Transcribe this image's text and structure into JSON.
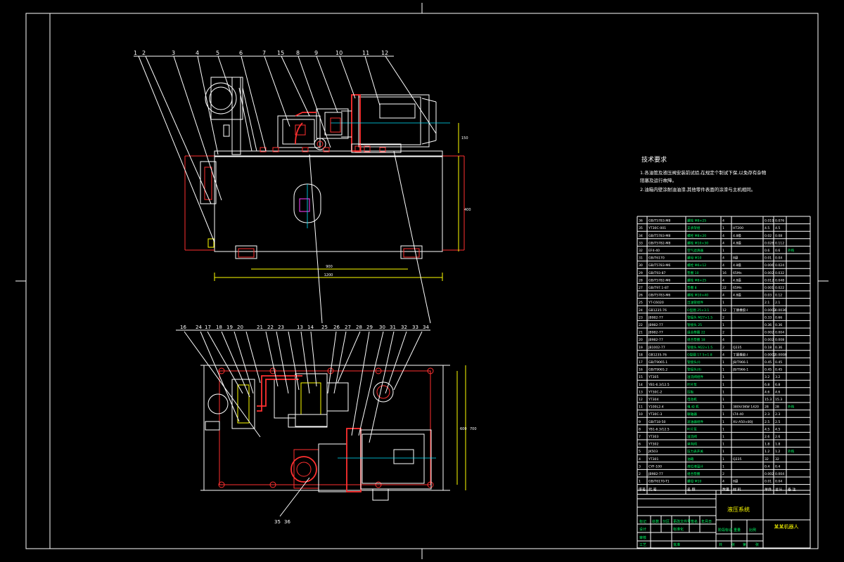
{
  "tech_requirements": {
    "title": "技术要求",
    "items": [
      "1.各油管及液压阀安装前试验,在规定个制试下保,以免存有杂物",
      "  阻塞及运行故障。",
      "2.油箱内壁涂耐油油漆,其他零件表面的涂漆与主机相同。"
    ]
  },
  "balloons_top": [
    "1",
    "2",
    "3",
    "4",
    "5",
    "6",
    "7",
    "15",
    "8",
    "9",
    "10",
    "11",
    "12"
  ],
  "balloons_bottom": [
    "16",
    "24",
    "17",
    "18",
    "19",
    "20",
    "21",
    "22",
    "23",
    "13",
    "14",
    "25",
    "26",
    "27",
    "28",
    "29",
    "30",
    "31",
    "32",
    "33",
    "34"
  ],
  "balloons_lower": [
    "35",
    "36"
  ],
  "dims": {
    "top_height": "400",
    "top_inner_width": "900",
    "top_overall_width": "1200",
    "top_small": "150",
    "bottom_inner": "600",
    "bottom_outer": "700"
  },
  "bom_rows": [
    [
      "36",
      "GB/T5783-M8",
      "螺栓 M8×25",
      "4",
      "",
      "0.019",
      "0.076",
      ""
    ],
    [
      "35",
      "YT30C-001",
      "支承架组",
      "1",
      "HT200",
      "4.5",
      "4.5",
      ""
    ],
    [
      "34",
      "GB/T5783-M8",
      "螺栓 M8×20",
      "4",
      "4.8级",
      "0.02",
      "0.08",
      ""
    ],
    [
      "33",
      "GB/T5782-M8",
      "螺栓 M10×30",
      "4",
      "4.8级",
      "0.028",
      "0.112",
      ""
    ],
    [
      "32",
      "EF4-40",
      "空气滤清器",
      "1",
      "",
      "0.6",
      "0.6",
      "外购"
    ],
    [
      "31",
      "GB/T6170",
      "螺母 M10",
      "4",
      "8级",
      "0.01",
      "0.04",
      ""
    ],
    [
      "30",
      "GB/T5783-M6",
      "螺栓 M6×12",
      "4",
      "4.8级",
      "0.006",
      "0.024",
      ""
    ],
    [
      "29",
      "GB/T93-87",
      "垫圈 10",
      "16",
      "65Mn",
      "0.002",
      "0.032",
      ""
    ],
    [
      "28",
      "GB/T5782-M6",
      "螺栓 M8×25",
      "4",
      "4.8级",
      "0.012",
      "0.048",
      ""
    ],
    [
      "27",
      "GB/T97.1-87",
      "垫圈 8",
      "22",
      "65Mn",
      "0.001",
      "0.022",
      ""
    ],
    [
      "26",
      "GB/T5783-M6",
      "螺栓 M10×40",
      "4",
      "4.8级",
      "0.03",
      "0.12",
      ""
    ],
    [
      "25",
      "YT-C6020",
      "出油管组件",
      "1",
      "",
      "2.1",
      "2.1",
      ""
    ],
    [
      "24",
      "GB1235-76",
      "O型圈 25×3.1",
      "12",
      "丁腈橡胶-I",
      "0.0003",
      "0.0036",
      ""
    ],
    [
      "23",
      "JB982-77",
      "管接头 M27×1.5",
      "2",
      "",
      "0.33",
      "0.66",
      ""
    ],
    [
      "22",
      "JB982-77",
      "管接头 25",
      "1",
      "",
      "0.36",
      "0.36",
      ""
    ],
    [
      "21",
      "JB982-77",
      "组合垫圈 22",
      "2",
      "",
      "0.002",
      "0.004",
      ""
    ],
    [
      "20",
      "JB982-77",
      "组合垫圈 18",
      "4",
      "",
      "0.002",
      "0.008",
      ""
    ],
    [
      "19",
      "JB1002-77",
      "管接头 M22×1.5",
      "2",
      "Q235",
      "0.18",
      "0.36",
      ""
    ],
    [
      "18",
      "GB1235-76",
      "O型圈 17.5×1.8",
      "4",
      "丁腈橡胶-I",
      "0.0002",
      "0.0008",
      ""
    ],
    [
      "17",
      "GB/T9065.1",
      "管接头(I)",
      "1",
      "JB/T966-1",
      "0.45",
      "0.45",
      ""
    ],
    [
      "16",
      "GB/T9065.2",
      "管接头(II)",
      "1",
      "JB/T966-1",
      "0.45",
      "0.45",
      ""
    ],
    [
      "15",
      "YT305",
      "溢流阀组件",
      "1",
      "",
      "3.2",
      "3.2",
      ""
    ],
    [
      "14",
      "YB1-6.3/12.5",
      "叶片泵",
      "1",
      "",
      "6.8",
      "6.8",
      ""
    ],
    [
      "13",
      "YT30C-2",
      "压板",
      "1",
      "",
      "4.6",
      "4.6",
      ""
    ],
    [
      "12",
      "YT304",
      "电动机",
      "1",
      "",
      "15.3",
      "15.3",
      ""
    ],
    [
      "11",
      "Y100L2-4",
      "电 动 机",
      "1",
      "380V/3KW 1420",
      "28",
      "28",
      "外购"
    ],
    [
      "10",
      "YT30C-3",
      "联轴器",
      "1",
      "LT4-40",
      "2.3",
      "2.3",
      ""
    ],
    [
      "9",
      "GB/T18-50",
      "滤油器组件",
      "1",
      "XU-A50×80J",
      "2.5",
      "2.5",
      ""
    ],
    [
      "8",
      "YB1-6.3/12.5",
      "叶片泵",
      "1",
      "",
      "4.5",
      "4.5",
      ""
    ],
    [
      "7",
      "YT303",
      "溢流阀",
      "1",
      "",
      "2.6",
      "2.6",
      ""
    ],
    [
      "6",
      "YT302",
      "单向阀",
      "1",
      "",
      "1.8",
      "1.8",
      ""
    ],
    [
      "5",
      "JK503",
      "压力表开关",
      "1",
      "",
      "1.2",
      "1.2",
      "外购"
    ],
    [
      "4",
      "YT301",
      "油箱",
      "1",
      "Q235",
      "32",
      "32",
      ""
    ],
    [
      "3",
      "CYF-100",
      "液位液温计",
      "1",
      "",
      "0.4",
      "0.4",
      ""
    ],
    [
      "2",
      "JB982-77",
      "组合垫圈",
      "2",
      "",
      "0.002",
      "0.004",
      ""
    ],
    [
      "1",
      "GB/T6170-T1",
      "螺母 M10",
      "4",
      "8级",
      "0.01",
      "0.04",
      ""
    ]
  ],
  "bom_header": [
    "序号",
    "代 号",
    "名 称",
    "数量",
    "材 料",
    "单件",
    "总计",
    "备 注"
  ],
  "title_block": {
    "drawing_name": "液压系统",
    "company": "某某机器人",
    "header_labels": [
      "标记",
      "处数",
      "分区",
      "更改文件号",
      "签名",
      "年月日"
    ],
    "side_labels": [
      "设计",
      "标准化",
      "审核",
      "工艺",
      "批准"
    ],
    "stage_labels": [
      "阶段标记",
      "重量",
      "比例"
    ],
    "sheet_labels": [
      "共",
      "张",
      "第",
      "张"
    ]
  }
}
